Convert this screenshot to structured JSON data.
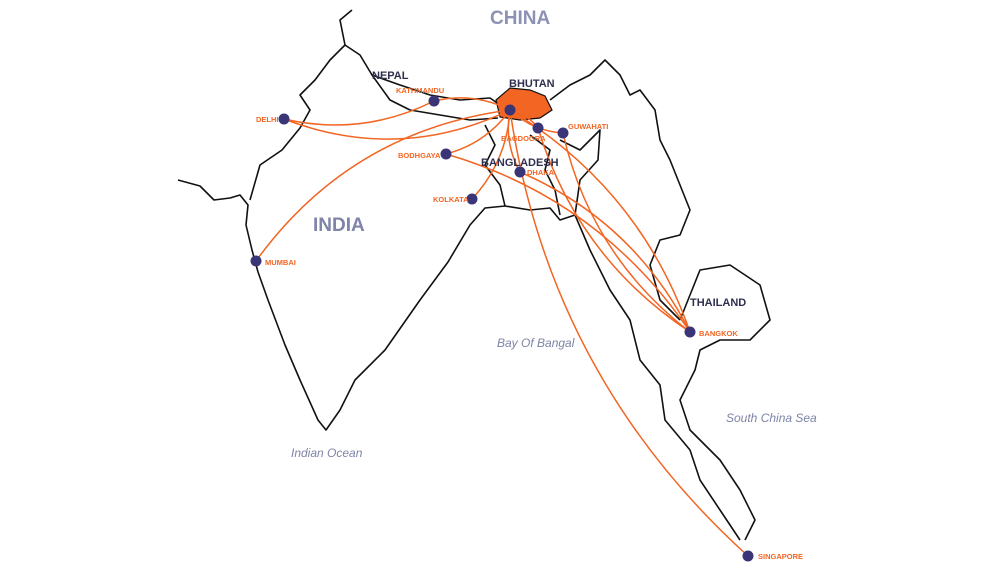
{
  "colors": {
    "route": "#f26522",
    "dot": "#3a3577",
    "bhutan": "#f26522",
    "border": "#111111"
  },
  "countries": {
    "china": "CHINA",
    "india": "INDIA",
    "nepal": "NEPAL",
    "bhutan": "BHUTAN",
    "bangladesh": "BANGLADESH",
    "thailand": "THAILAND"
  },
  "seas": {
    "bay": "Bay Of Bangal",
    "indian": "Indian Ocean",
    "scs": "South China Sea"
  },
  "cities": [
    {
      "id": "delhi",
      "label": "DELHI"
    },
    {
      "id": "kathmandu",
      "label": "KATHMANDU"
    },
    {
      "id": "bagdogra",
      "label": "BAGDOGRA"
    },
    {
      "id": "guwahati",
      "label": "GUWAHATI"
    },
    {
      "id": "bodhgaya",
      "label": "BODHGAYA"
    },
    {
      "id": "dhaka",
      "label": "DHAKA"
    },
    {
      "id": "kolkata",
      "label": "KOLKATA"
    },
    {
      "id": "mumbai",
      "label": "MUMBAI"
    },
    {
      "id": "bangkok",
      "label": "BANGKOK"
    },
    {
      "id": "singapore",
      "label": "SINGAPORE"
    }
  ],
  "routes": [
    [
      "paro",
      "delhi"
    ],
    [
      "paro",
      "kathmandu"
    ],
    [
      "paro",
      "bagdogra"
    ],
    [
      "paro",
      "guwahati"
    ],
    [
      "paro",
      "bodhgaya"
    ],
    [
      "paro",
      "dhaka"
    ],
    [
      "paro",
      "kolkata"
    ],
    [
      "paro",
      "mumbai"
    ],
    [
      "paro",
      "bangkok"
    ],
    [
      "paro",
      "singapore"
    ],
    [
      "kathmandu",
      "delhi"
    ],
    [
      "guwahati",
      "bangkok"
    ],
    [
      "dhaka",
      "bangkok"
    ],
    [
      "bagdogra",
      "bangkok"
    ],
    [
      "bodhgaya",
      "bangkok"
    ]
  ]
}
